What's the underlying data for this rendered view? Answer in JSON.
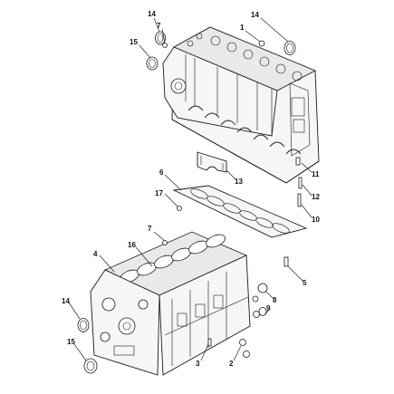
{
  "callouts": [
    {
      "id": "c14a",
      "label": "14"
    },
    {
      "id": "c7a",
      "label": "7"
    },
    {
      "id": "c15a",
      "label": "15"
    },
    {
      "id": "c1",
      "label": "1"
    },
    {
      "id": "c14b",
      "label": "14"
    },
    {
      "id": "c6",
      "label": "6"
    },
    {
      "id": "c17",
      "label": "17"
    },
    {
      "id": "c13",
      "label": "13"
    },
    {
      "id": "c11",
      "label": "11"
    },
    {
      "id": "c12",
      "label": "12"
    },
    {
      "id": "c10",
      "label": "10"
    },
    {
      "id": "c7b",
      "label": "7"
    },
    {
      "id": "c16",
      "label": "16"
    },
    {
      "id": "c4",
      "label": "4"
    },
    {
      "id": "c5",
      "label": "5"
    },
    {
      "id": "c8",
      "label": "8"
    },
    {
      "id": "c9",
      "label": "9"
    },
    {
      "id": "c14c",
      "label": "14"
    },
    {
      "id": "c15b",
      "label": "15"
    },
    {
      "id": "c3",
      "label": "3"
    },
    {
      "id": "c2",
      "label": "2"
    }
  ]
}
